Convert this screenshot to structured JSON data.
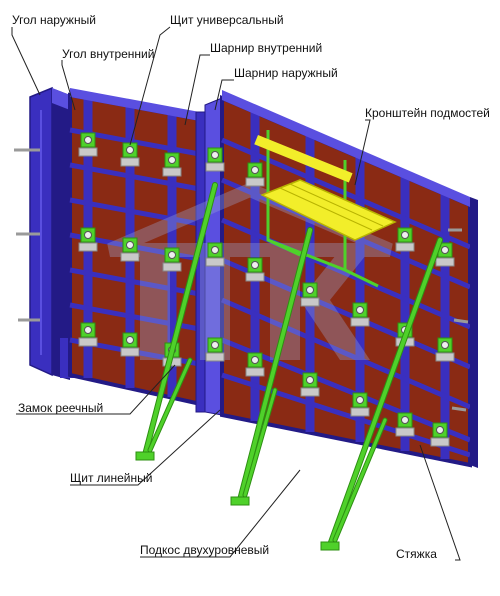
{
  "diagram": {
    "labels": {
      "ugol_naruzhny": "Угол наружный",
      "shchit_universalny": "Щит универсальный",
      "ugol_vnutrenny": "Угол внутренний",
      "sharnir_vnutrenny": "Шарнир внутренний",
      "sharnir_naruzhny": "Шарнир наружный",
      "kronshteyn": "Кронштейн подмостей",
      "zamok": "Замок реечный",
      "shchit_lineyny": "Щит линейный",
      "podkos": "Подкос двухуровневый",
      "styazhka": "Стяжка"
    },
    "colors": {
      "frame": "#3a2fbf",
      "frame_dark": "#231a86",
      "frame_light": "#5a4fe0",
      "plywood": "#8a2a14",
      "plywood_dark": "#6a1d0c",
      "brace": "#4fd12a",
      "brace_dark": "#2d8f12",
      "platform": "#f2ee2a",
      "platform_edge": "#b8b300",
      "lock": "#c9c9c9",
      "leader": "#222222",
      "watermark": "#9aa6d8"
    },
    "icons": [
      "lock-clamp-icon",
      "tie-rod-icon",
      "watermark-logo-icon"
    ]
  }
}
